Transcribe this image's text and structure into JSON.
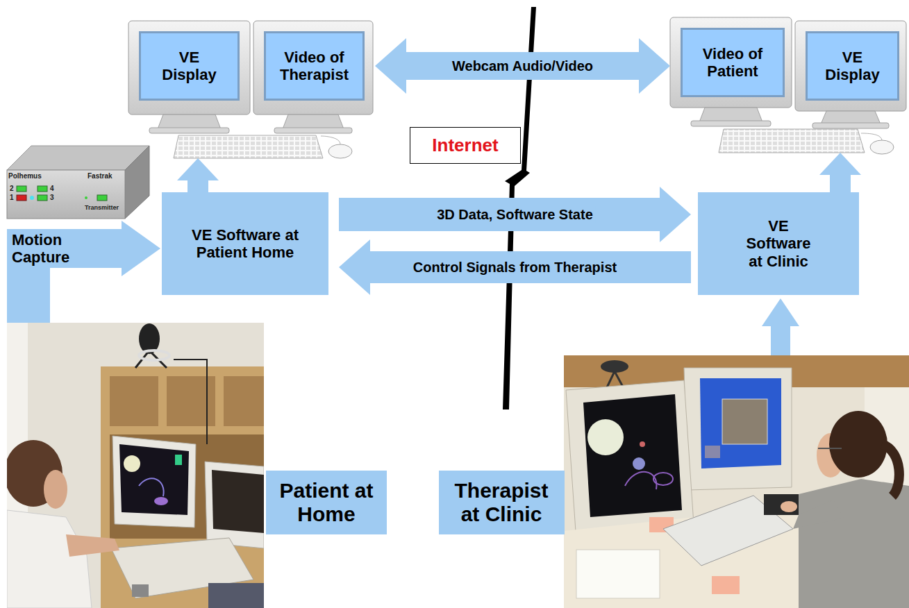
{
  "diagram": {
    "nodes": [
      {
        "text": [
          "VE Display"
        ]
      },
      {
        "text": [
          "Video of Therapist"
        ]
      },
      {
        "text": [
          "Video of Patient"
        ]
      },
      {
        "text": [
          "VE Display"
        ]
      },
      {
        "text": [
          "Internet"
        ]
      },
      {
        "text": [
          "Polhemus",
          "Fastrak",
          "2",
          "4",
          "1",
          "3",
          "Transmitter"
        ]
      },
      {
        "text": [
          "VE Software at Patient Home"
        ]
      },
      {
        "text": [
          "VE Software at Clinic"
        ]
      },
      {
        "text": [
          "Patient at Home"
        ]
      },
      {
        "text": [
          "Therapist at Clinic"
        ]
      }
    ],
    "edges": [
      {
        "from": 1,
        "to": 2,
        "label": "Webcam Audio/Video",
        "arrow": "both"
      },
      {
        "from": 6,
        "to": 0,
        "arrow": "to"
      },
      {
        "from": 7,
        "to": 3,
        "arrow": "to"
      },
      {
        "from": 6,
        "to": 7,
        "label": "3D Data, Software State",
        "arrow": "to"
      },
      {
        "from": 7,
        "to": 6,
        "label": "Control Signals from Therapist",
        "arrow": "to"
      }
    ],
    "labels": [
      "Motion Capture"
    ]
  }
}
